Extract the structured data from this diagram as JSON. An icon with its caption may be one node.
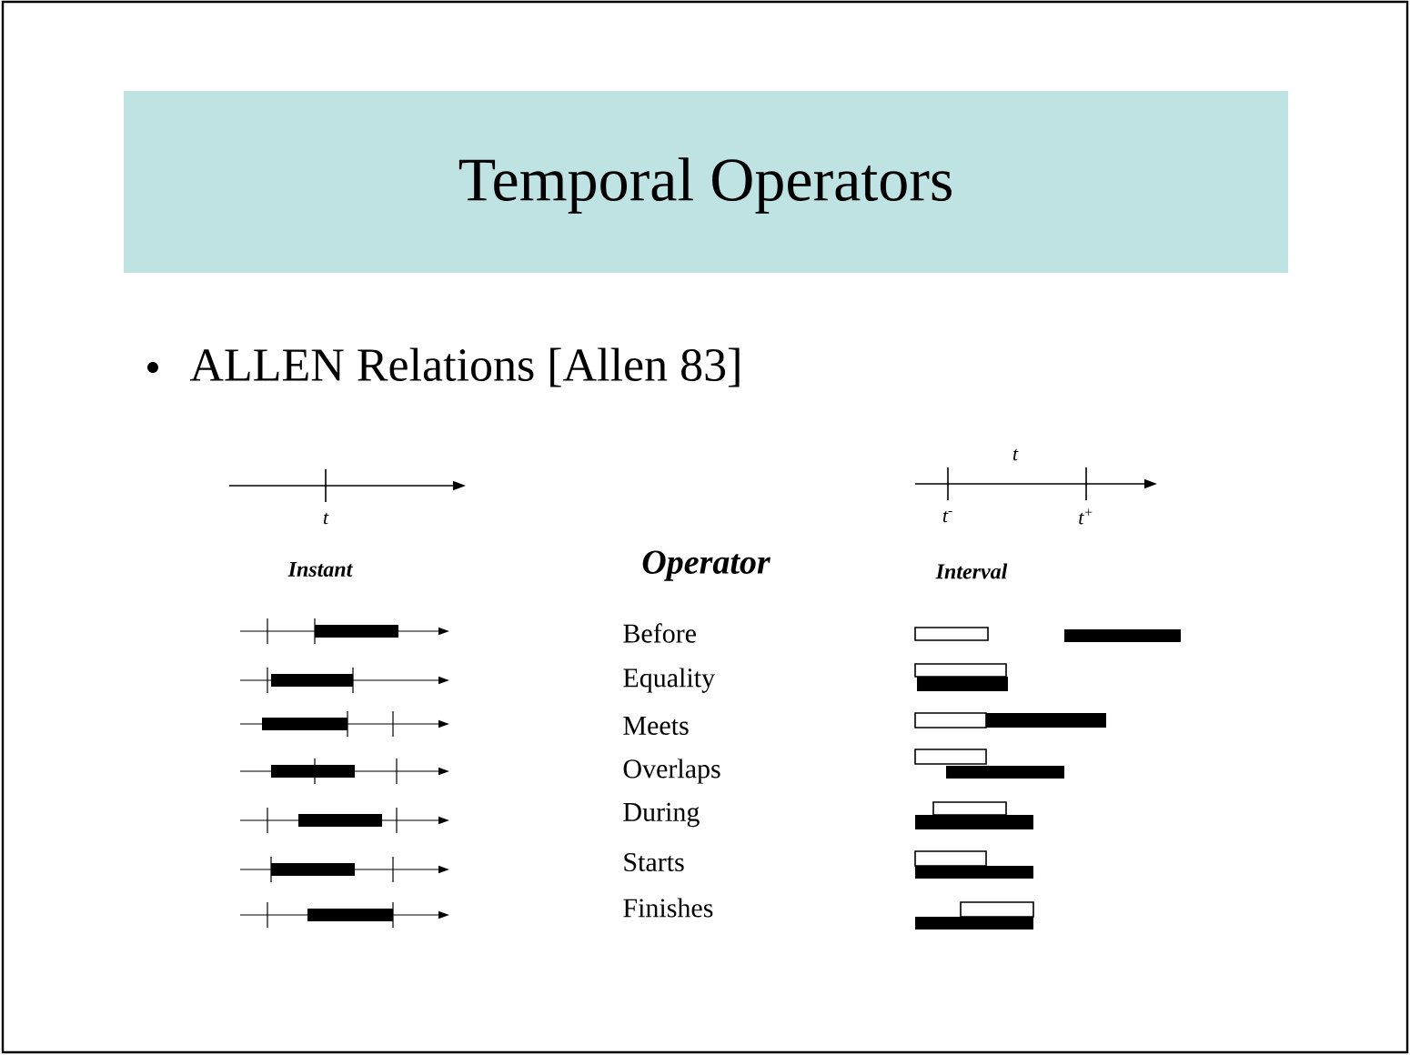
{
  "diagram": {
    "title": "Temporal Operators",
    "labels": [
      "ALLEN Relations [Allen 83]",
      "t",
      "t",
      "t$^{-}$",
      "t$^{+}$",
      "Instant",
      "Operator",
      "Interval",
      "Before",
      "Equality",
      "Meets",
      "Overlaps",
      "During",
      "Starts",
      "Finishes"
    ]
  }
}
